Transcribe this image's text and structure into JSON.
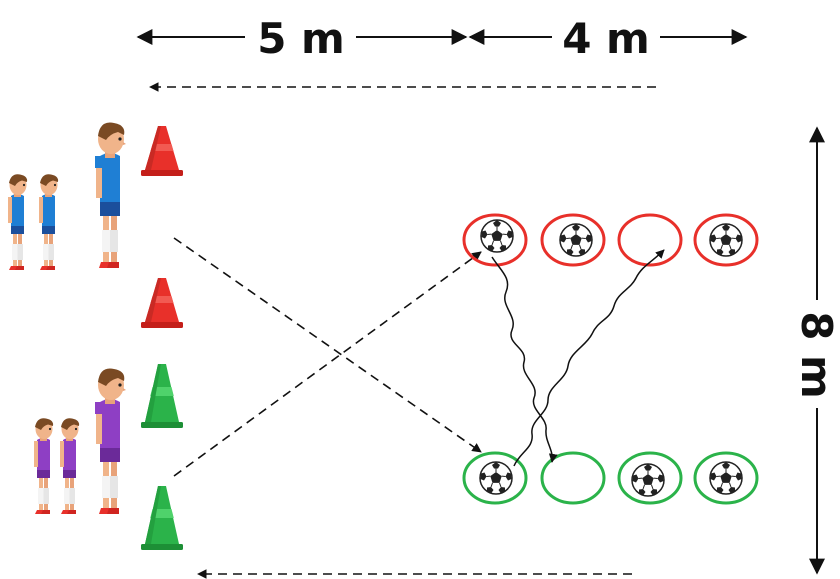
{
  "dimensions": {
    "width_a": "5 m",
    "width_b": "4 m",
    "height": "8 m"
  },
  "colors": {
    "red": "#e8302a",
    "green": "#2bb34a",
    "blue_shirt": "#1f7fd4",
    "purple_shirt": "#8e3fc4",
    "arrow": "#111111"
  },
  "icons": {
    "cone": "traffic-cone-icon",
    "ball": "soccer-ball-icon",
    "player": "player-figure-icon"
  },
  "teams": [
    {
      "name": "blue",
      "players": 3,
      "cone_color": "red"
    },
    {
      "name": "purple",
      "players": 3,
      "cone_color": "green"
    }
  ],
  "rings": {
    "top_row": {
      "color": "red",
      "balls": [
        true,
        true,
        false,
        true
      ]
    },
    "bottom_row": {
      "color": "green",
      "balls": [
        true,
        false,
        true,
        true
      ]
    }
  }
}
